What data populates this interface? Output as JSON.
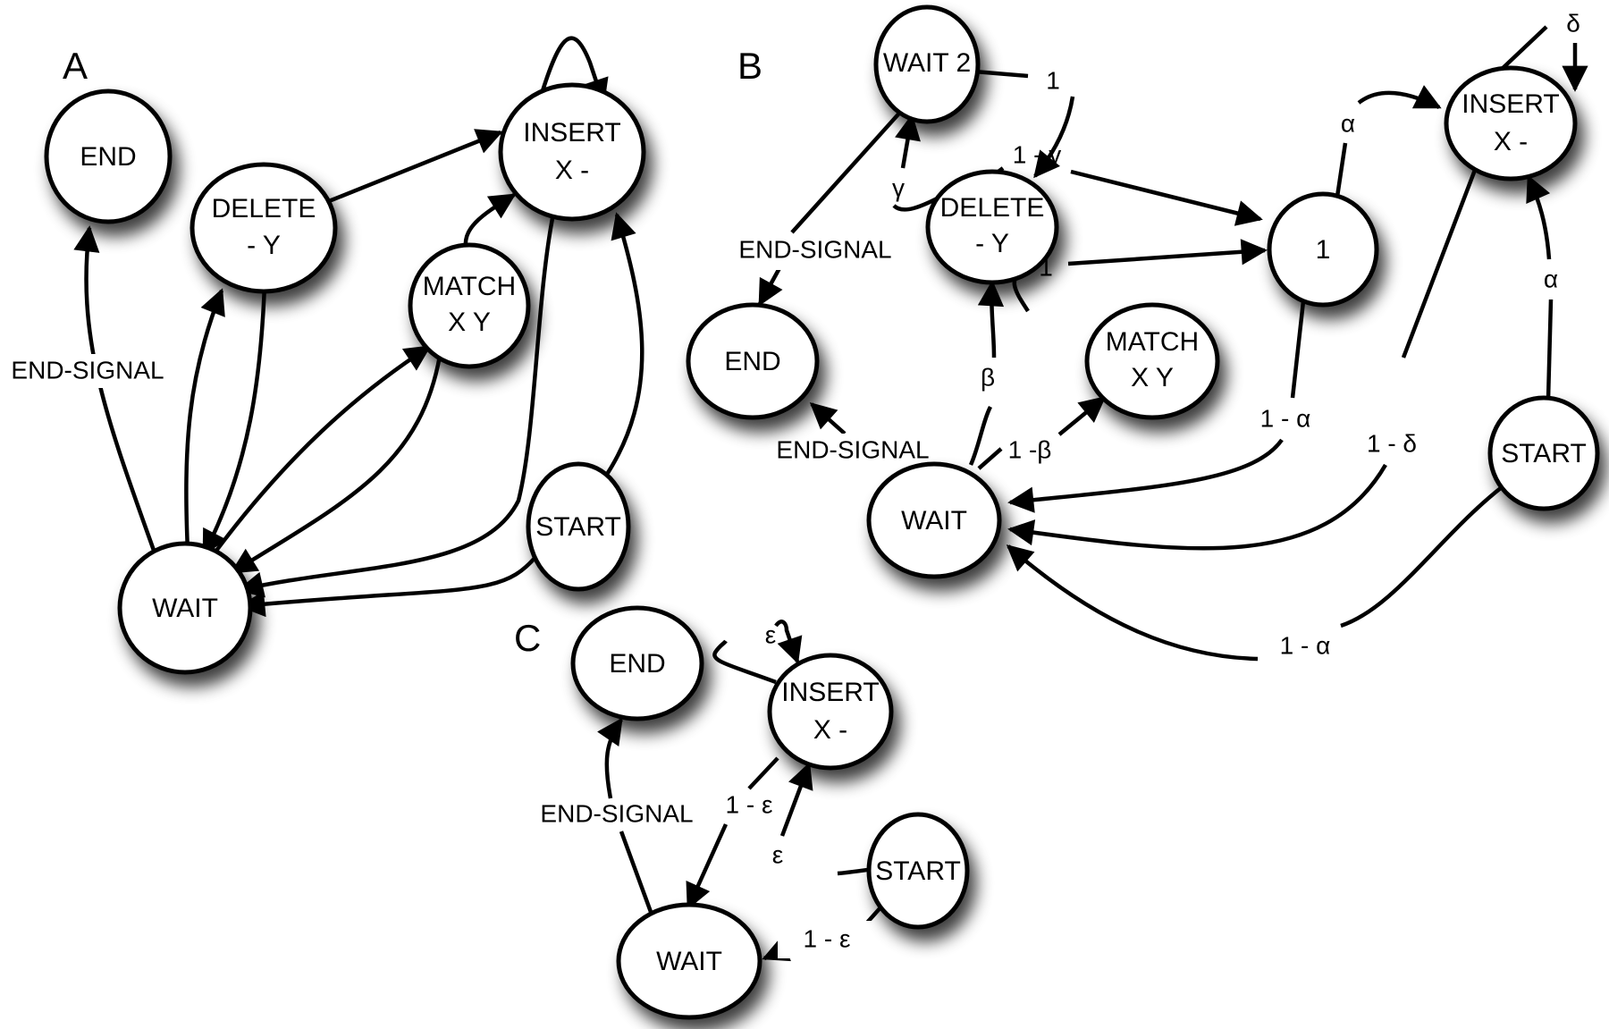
{
  "diagram": {
    "panels": [
      {
        "id": "A",
        "label": "A",
        "nodes": [
          {
            "id": "A-END",
            "lines": [
              "END"
            ]
          },
          {
            "id": "A-DELETE",
            "lines": [
              "DELETE",
              "- Y"
            ]
          },
          {
            "id": "A-INSERT",
            "lines": [
              "INSERT",
              "X -"
            ]
          },
          {
            "id": "A-MATCH",
            "lines": [
              "MATCH",
              "X Y"
            ]
          },
          {
            "id": "A-START",
            "lines": [
              "START"
            ]
          },
          {
            "id": "A-WAIT",
            "lines": [
              "WAIT"
            ]
          }
        ],
        "edges": [
          {
            "from": "A-WAIT",
            "to": "A-END",
            "label": "END-SIGNAL"
          },
          {
            "from": "A-WAIT",
            "to": "A-DELETE",
            "label": ""
          },
          {
            "from": "A-DELETE",
            "to": "A-WAIT",
            "label": ""
          },
          {
            "from": "A-DELETE",
            "to": "A-INSERT",
            "label": ""
          },
          {
            "from": "A-WAIT",
            "to": "A-MATCH",
            "label": ""
          },
          {
            "from": "A-MATCH",
            "to": "A-WAIT",
            "label": ""
          },
          {
            "from": "A-MATCH",
            "to": "A-INSERT",
            "label": ""
          },
          {
            "from": "A-INSERT",
            "to": "A-INSERT",
            "label": ""
          },
          {
            "from": "A-INSERT",
            "to": "A-WAIT",
            "label": ""
          },
          {
            "from": "A-START",
            "to": "A-INSERT",
            "label": ""
          },
          {
            "from": "A-START",
            "to": "A-WAIT",
            "label": ""
          }
        ]
      },
      {
        "id": "B",
        "label": "B",
        "nodes": [
          {
            "id": "B-WAIT2",
            "lines": [
              "WAIT 2"
            ]
          },
          {
            "id": "B-DELETE",
            "lines": [
              "DELETE",
              "- Y"
            ]
          },
          {
            "id": "B-ONE",
            "lines": [
              "1"
            ]
          },
          {
            "id": "B-INSERT",
            "lines": [
              "INSERT",
              "X -"
            ]
          },
          {
            "id": "B-END",
            "lines": [
              "END"
            ]
          },
          {
            "id": "B-MATCH",
            "lines": [
              "MATCH",
              "X Y"
            ]
          },
          {
            "id": "B-WAIT",
            "lines": [
              "WAIT"
            ]
          },
          {
            "id": "B-START",
            "lines": [
              "START"
            ]
          }
        ],
        "edges": [
          {
            "from": "B-WAIT2",
            "to": "B-DELETE",
            "label": "1"
          },
          {
            "from": "B-DELETE",
            "to": "B-WAIT2",
            "label": "γ"
          },
          {
            "from": "B-WAIT2",
            "to": "B-END",
            "label": "END-SIGNAL"
          },
          {
            "from": "B-DELETE",
            "to": "B-ONE",
            "label": "1 - γ"
          },
          {
            "from": "B-MATCH",
            "to": "B-ONE",
            "label": "1"
          },
          {
            "from": "B-ONE",
            "to": "B-INSERT",
            "label": "α"
          },
          {
            "from": "B-INSERT",
            "to": "B-INSERT",
            "label": "δ"
          },
          {
            "from": "B-START",
            "to": "B-INSERT",
            "label": "α"
          },
          {
            "from": "B-WAIT",
            "to": "B-DELETE",
            "label": "β"
          },
          {
            "from": "B-WAIT",
            "to": "B-MATCH",
            "label": "1 -β"
          },
          {
            "from": "B-WAIT",
            "to": "B-END",
            "label": "END-SIGNAL"
          },
          {
            "from": "B-ONE",
            "to": "B-WAIT",
            "label": "1 - α"
          },
          {
            "from": "B-INSERT",
            "to": "B-WAIT",
            "label": "1 - δ"
          },
          {
            "from": "B-START",
            "to": "B-WAIT",
            "label": "1 - α"
          }
        ]
      },
      {
        "id": "C",
        "label": "C",
        "nodes": [
          {
            "id": "C-END",
            "lines": [
              "END"
            ]
          },
          {
            "id": "C-INSERT",
            "lines": [
              "INSERT",
              "X -"
            ]
          },
          {
            "id": "C-START",
            "lines": [
              "START"
            ]
          },
          {
            "id": "C-WAIT",
            "lines": [
              "WAIT"
            ]
          }
        ],
        "edges": [
          {
            "from": "C-INSERT",
            "to": "C-INSERT",
            "label": "ε"
          },
          {
            "from": "C-WAIT",
            "to": "C-END",
            "label": "END-SIGNAL"
          },
          {
            "from": "C-INSERT",
            "to": "C-WAIT",
            "label": "1 - ε"
          },
          {
            "from": "C-START",
            "to": "C-INSERT",
            "label": "ε"
          },
          {
            "from": "C-START",
            "to": "C-WAIT",
            "label": "1 - ε"
          }
        ]
      }
    ]
  }
}
